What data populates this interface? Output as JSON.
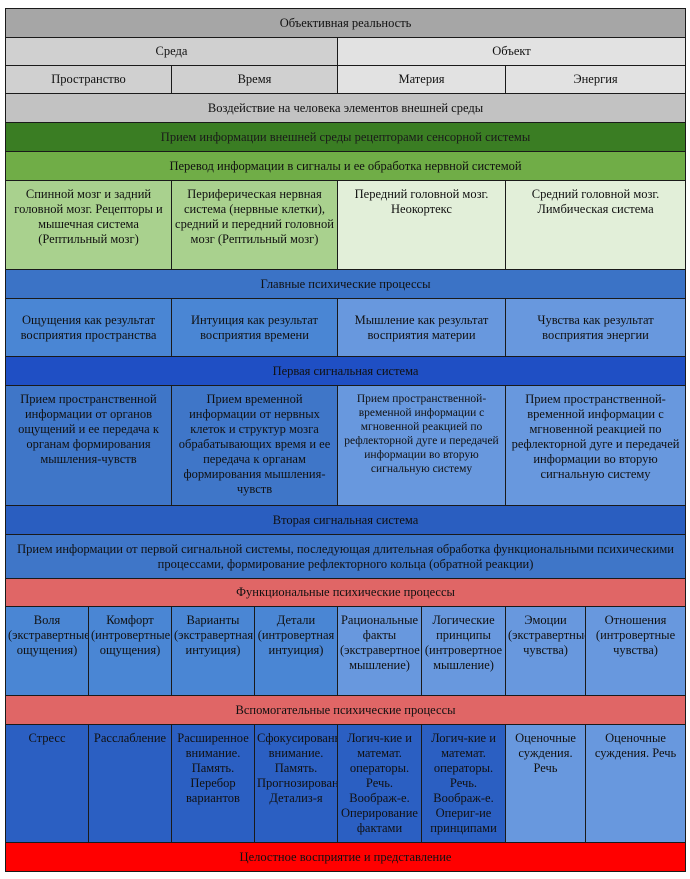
{
  "rows": {
    "objective_reality": "Объективная реальность",
    "environment": "Среда",
    "object": "Объект",
    "space": "Пространство",
    "time": "Время",
    "matter": "Материя",
    "energy": "Энергия",
    "impact": "Воздействие на человека элементов внешней среды",
    "reception": "Прием информации внешней среды рецепторами сенсорной системы",
    "translation": "Перевод информации в сигналы и ее обработка нервной системой",
    "brain": [
      "Спинной мозг и задний головной мозг. Рецепторы и мышечная система (Рептильный мозг)",
      "Периферическая нервная система (нервные клетки), средний и передний головной мозг (Рептильный мозг)",
      "Передний головной мозг. Неокортекс",
      "Средний головной мозг. Лимбическая система"
    ],
    "main_processes": "Главные психические процессы",
    "main": [
      "Ощущения как результат восприятия пространства",
      "Интуиция как результат восприятия времени",
      "Мышление  как результат восприятия материи",
      "Чувства как результат восприятия энергии"
    ],
    "first_signal": "Первая сигнальная система",
    "first": [
      "Прием пространственной информации от органов ощущений и ее передача к органам формирования мышления-чувств",
      "Прием временной информации от нервных клеток и структур мозга обрабатывающих время и ее передача к органам формирования мышления-чувств",
      "Прием пространственной-временной информации с мгновенной реакцией по рефлекторной дуге и передачей информации во вторую сигнальную систему",
      "Прием пространственной-временной информации с мгновенной реакцией по рефлекторной дуге и передачей информации во вторую сигнальную систему"
    ],
    "second_signal": "Вторая сигнальная система",
    "second_text": "Прием информации от первой сигнальной системы, последующая длительная обработка функциональными психическими процессами, формирование рефлекторного кольца (обратной реакции)",
    "functional": "Функциональные психические процессы",
    "func": [
      "Воля (экстравертные ощущения)",
      "Комфорт (интровертные ощущения)",
      "Варианты (экстравертная интуиция)",
      "Детали (интровертная интуиция)",
      "Рациональные факты (экстравертное мышление)",
      "Логические принципы (интровертное мышление)",
      "Эмоции (экстравертные чувства)",
      "Отношения (интровертные чувства)"
    ],
    "auxiliary": "Вспомогательные психические процессы",
    "aux": [
      "Стресс",
      "Расслабление",
      "Расширенное внимание. Память. Перебор вариантов",
      "Сфокусированное внимание. Память. Прогнозирование. Детализ-я",
      "Логич-кие и математ. операторы. Речь. Воображ-е. Оперирование фактами",
      "Логич-кие и математ. операторы. Речь. Воображ-е. Опериг-ие принципами",
      "Оценочные суждения. Речь",
      "Оценочные суждения. Речь"
    ],
    "holistic": "Целостное восприятие и представление"
  },
  "colors": {
    "gray": "#a6a6a6",
    "green_dark": "#3a7d23",
    "green_mid": "#70ad47",
    "blue": "#4a86d4",
    "red_light": "#e06666",
    "red": "#ff0000"
  }
}
